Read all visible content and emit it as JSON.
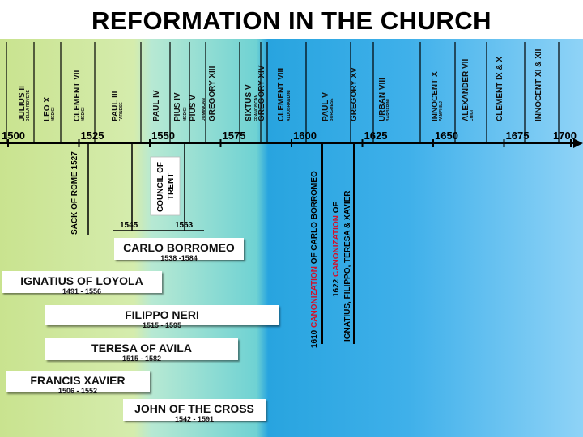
{
  "title": "REFORMATION IN THE CHURCH",
  "popes": [
    {
      "name": "JULIUS II",
      "family": "DELLA ROVERE"
    },
    {
      "name": "LEO X",
      "family": "MEDICI"
    },
    {
      "name": "CLEMENT VII",
      "family": "MEDICI"
    },
    {
      "name": "PAUL III",
      "family": "FARNESE"
    },
    {
      "name": "PAUL IV",
      "family": ""
    },
    {
      "name": "PIUS IV",
      "family": "MEDICI"
    },
    {
      "name": "PIUS V",
      "family": "DOMINICAN"
    },
    {
      "name": "GREGORY XIII",
      "family": ""
    },
    {
      "name": "SIXTUS V",
      "family": "FRANCISCAN"
    },
    {
      "name": "GREGORY XIV",
      "family": ""
    },
    {
      "name": "CLEMENT VIII",
      "family": "ALDOBRANDINI"
    },
    {
      "name": "PAUL V",
      "family": "BORGHESE"
    },
    {
      "name": "GREGORY XV",
      "family": ""
    },
    {
      "name": "URBAN VIII",
      "family": "BARBERINI"
    },
    {
      "name": "INNOCENT X",
      "family": "PAMPHILJ"
    },
    {
      "name": "ALEXANDER VII",
      "family": "CHIGI"
    },
    {
      "name": "CLEMENT IX & X",
      "family": ""
    },
    {
      "name": "INNOCENT XI & XII",
      "family": ""
    }
  ],
  "timeline": {
    "start": 1500,
    "end": 1700,
    "labels": [
      "1500",
      "1525",
      "1550",
      "1575",
      "1600",
      "1625",
      "1650",
      "1675",
      "1700"
    ],
    "colors": {
      "early": "#c9e38f",
      "middle": "#6fd2d3",
      "late": "#28a4df"
    }
  },
  "events": {
    "sack_of_rome": "SACK OF ROME 1527",
    "council": {
      "line1": "COUNCIL OF",
      "line2": "TRENT",
      "start": "1545",
      "end": "1563"
    },
    "canon1": {
      "year": "1610",
      "word": "CANONIZATION",
      "rest": "OF CARLO BORROMEO"
    },
    "canon2": {
      "year": "1622",
      "word": "CANONIZATION",
      "rest": "OF",
      "line2": "IGNATIUS, FILIPPO, TERESA & XAVIER"
    }
  },
  "saints": [
    {
      "name": "CARLO BORROMEO",
      "dates": "1538 -1584"
    },
    {
      "name": "IGNATIUS OF LOYOLA",
      "dates": "1491 - 1556"
    },
    {
      "name": "FILIPPO NERI",
      "dates": "1515 - 1595"
    },
    {
      "name": "TERESA OF AVILA",
      "dates": "1515 - 1582"
    },
    {
      "name": "FRANCIS XAVIER",
      "dates": "1506 - 1552"
    },
    {
      "name": "JOHN OF THE CROSS",
      "dates": "1542 - 1591"
    }
  ]
}
